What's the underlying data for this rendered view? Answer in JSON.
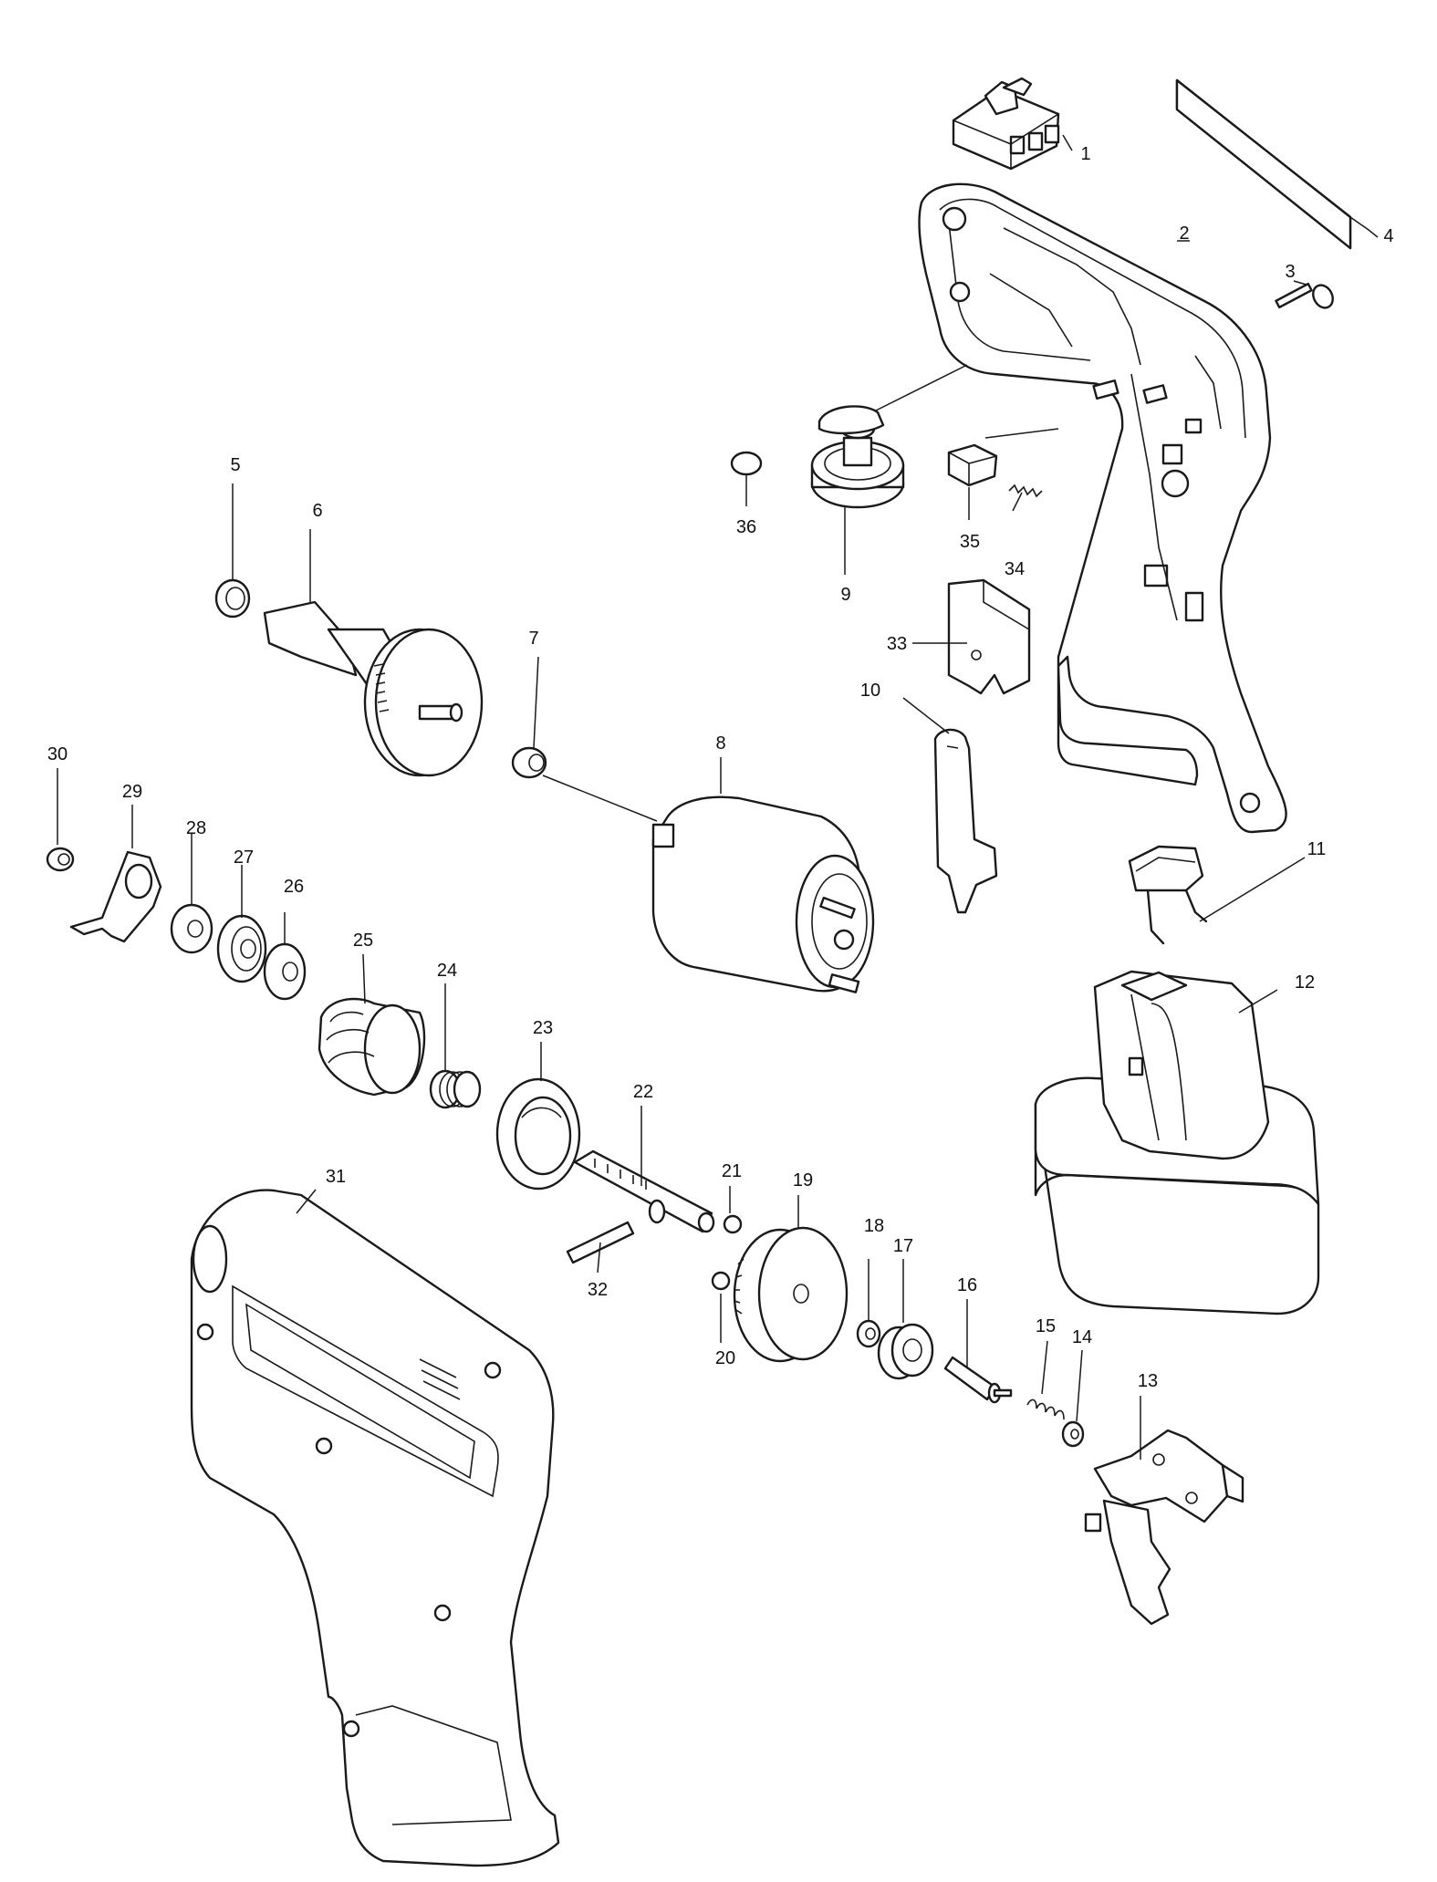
{
  "parts": [
    {
      "id": "p1",
      "label": "1"
    },
    {
      "id": "p2",
      "label": "2"
    },
    {
      "id": "p3",
      "label": "3"
    },
    {
      "id": "p4",
      "label": "4"
    },
    {
      "id": "p5",
      "label": "5"
    },
    {
      "id": "p6",
      "label": "6"
    },
    {
      "id": "p7",
      "label": "7"
    },
    {
      "id": "p8",
      "label": "8"
    },
    {
      "id": "p9",
      "label": "9"
    },
    {
      "id": "p10",
      "label": "10"
    },
    {
      "id": "p11",
      "label": "11"
    },
    {
      "id": "p12",
      "label": "12"
    },
    {
      "id": "p13",
      "label": "13"
    },
    {
      "id": "p14",
      "label": "14"
    },
    {
      "id": "p15",
      "label": "15"
    },
    {
      "id": "p16",
      "label": "16"
    },
    {
      "id": "p17",
      "label": "17"
    },
    {
      "id": "p18",
      "label": "18"
    },
    {
      "id": "p19",
      "label": "19"
    },
    {
      "id": "p20",
      "label": "20"
    },
    {
      "id": "p21",
      "label": "21"
    },
    {
      "id": "p22",
      "label": "22"
    },
    {
      "id": "p23",
      "label": "23"
    },
    {
      "id": "p24",
      "label": "24"
    },
    {
      "id": "p25",
      "label": "25"
    },
    {
      "id": "p26",
      "label": "26"
    },
    {
      "id": "p27",
      "label": "27"
    },
    {
      "id": "p28",
      "label": "28"
    },
    {
      "id": "p29",
      "label": "29"
    },
    {
      "id": "p30",
      "label": "30"
    },
    {
      "id": "p31",
      "label": "31"
    },
    {
      "id": "p32",
      "label": "32"
    },
    {
      "id": "p33",
      "label": "33"
    },
    {
      "id": "p34",
      "label": "34"
    },
    {
      "id": "p35",
      "label": "35"
    },
    {
      "id": "p36",
      "label": "36"
    }
  ]
}
